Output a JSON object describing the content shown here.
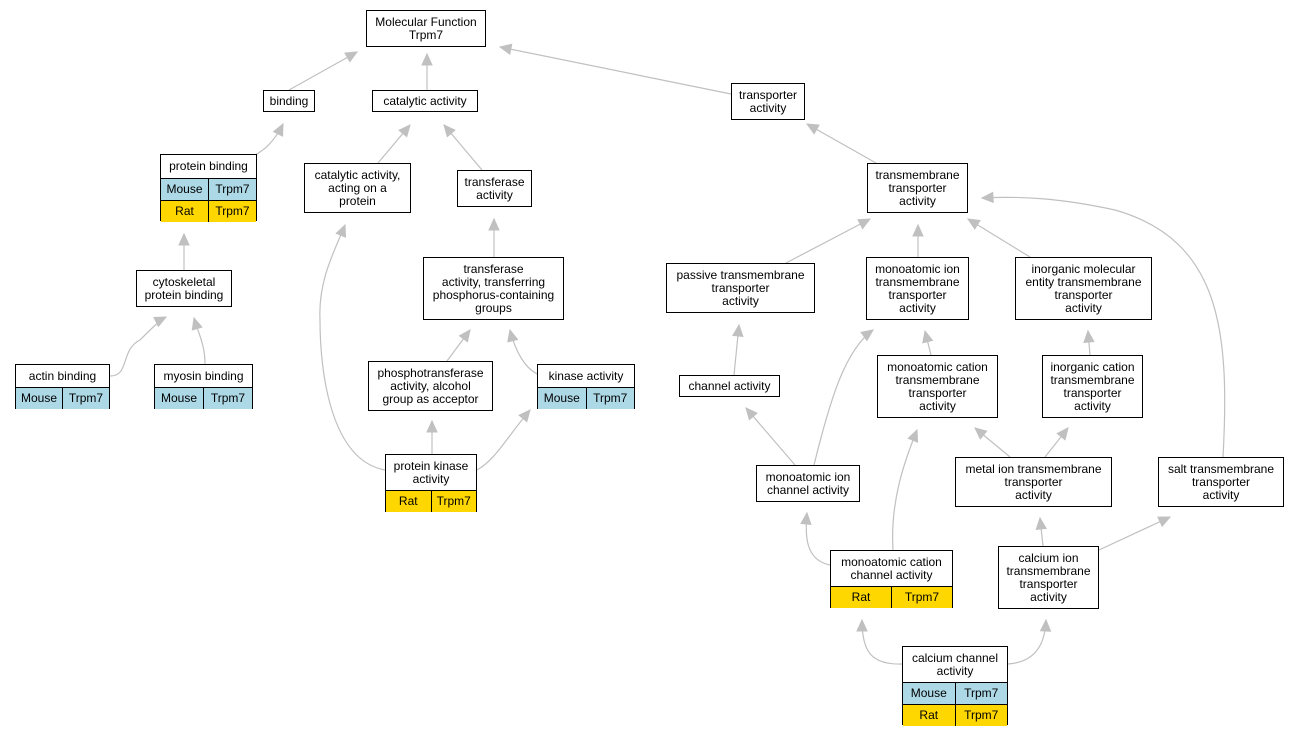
{
  "graph": {
    "root": "Molecular Function\nTrpm7",
    "colors": {
      "edge": "#c0c0c0",
      "mouse_fill": "#add8e6",
      "rat_fill": "#ffd700"
    },
    "nodes": {
      "root": {
        "label": "Molecular Function\nTrpm7"
      },
      "binding": {
        "label": "binding"
      },
      "catalytic": {
        "label": "catalytic activity"
      },
      "transporter": {
        "label": "transporter\nactivity"
      },
      "protein_binding": {
        "label": "protein binding",
        "rows": [
          {
            "species": "Mouse",
            "gene": "Trpm7"
          },
          {
            "species": "Rat",
            "gene": "Trpm7"
          }
        ]
      },
      "catalytic_protein": {
        "label": "catalytic activity,\nacting on a\nprotein"
      },
      "transferase": {
        "label": "transferase\nactivity"
      },
      "tm_transporter": {
        "label": "transmembrane\ntransporter\nactivity"
      },
      "cytoskeletal": {
        "label": "cytoskeletal\nprotein binding"
      },
      "transferase_p": {
        "label": "transferase\nactivity, transferring\nphosphorus-containing\ngroups"
      },
      "passive_tm": {
        "label": "passive transmembrane\ntransporter\nactivity"
      },
      "monoion_tm": {
        "label": "monoatomic ion\ntransmembrane\ntransporter\nactivity"
      },
      "inorg_mol_tm": {
        "label": "inorganic molecular\nentity transmembrane\ntransporter\nactivity"
      },
      "actin": {
        "label": "actin binding",
        "rows": [
          {
            "species": "Mouse",
            "gene": "Trpm7"
          }
        ]
      },
      "myosin": {
        "label": "myosin binding",
        "rows": [
          {
            "species": "Mouse",
            "gene": "Trpm7"
          }
        ]
      },
      "phosphotransferase": {
        "label": "phosphotransferase\nactivity, alcohol\ngroup as acceptor"
      },
      "kinase": {
        "label": "kinase activity",
        "rows": [
          {
            "species": "Mouse",
            "gene": "Trpm7"
          }
        ]
      },
      "channel": {
        "label": "channel activity"
      },
      "monocation_tm": {
        "label": "monoatomic cation\ntransmembrane\ntransporter\nactivity"
      },
      "inorg_cation_tm": {
        "label": "inorganic cation\ntransmembrane\ntransporter\nactivity"
      },
      "protein_kinase": {
        "label": "protein kinase\nactivity",
        "rows": [
          {
            "species": "Rat",
            "gene": "Trpm7"
          }
        ]
      },
      "monoion_channel": {
        "label": "monoatomic ion\nchannel activity"
      },
      "metal_ion_tm": {
        "label": "metal ion transmembrane\ntransporter\nactivity"
      },
      "salt_tm": {
        "label": "salt transmembrane\ntransporter\nactivity"
      },
      "monocation_channel": {
        "label": "monoatomic cation\nchannel activity",
        "rows": [
          {
            "species": "Rat",
            "gene": "Trpm7"
          }
        ]
      },
      "calcium_ion_tm": {
        "label": "calcium ion\ntransmembrane\ntransporter\nactivity"
      },
      "calcium_channel": {
        "label": "calcium channel\nactivity",
        "rows": [
          {
            "species": "Mouse",
            "gene": "Trpm7"
          },
          {
            "species": "Rat",
            "gene": "Trpm7"
          }
        ]
      }
    },
    "edges": [
      [
        "binding",
        "root"
      ],
      [
        "catalytic",
        "root"
      ],
      [
        "transporter",
        "root"
      ],
      [
        "protein_binding",
        "binding"
      ],
      [
        "catalytic_protein",
        "catalytic"
      ],
      [
        "transferase",
        "catalytic"
      ],
      [
        "tm_transporter",
        "transporter"
      ],
      [
        "cytoskeletal",
        "protein_binding"
      ],
      [
        "transferase_p",
        "transferase"
      ],
      [
        "passive_tm",
        "tm_transporter"
      ],
      [
        "monoion_tm",
        "tm_transporter"
      ],
      [
        "inorg_mol_tm",
        "tm_transporter"
      ],
      [
        "salt_tm",
        "tm_transporter"
      ],
      [
        "actin",
        "cytoskeletal"
      ],
      [
        "myosin",
        "cytoskeletal"
      ],
      [
        "phosphotransferase",
        "transferase_p"
      ],
      [
        "kinase",
        "transferase_p"
      ],
      [
        "channel",
        "passive_tm"
      ],
      [
        "monocation_tm",
        "monoion_tm"
      ],
      [
        "inorg_cation_tm",
        "inorg_mol_tm"
      ],
      [
        "protein_kinase",
        "catalytic_protein"
      ],
      [
        "protein_kinase",
        "phosphotransferase"
      ],
      [
        "protein_kinase",
        "kinase"
      ],
      [
        "monoion_channel",
        "channel"
      ],
      [
        "monoion_channel",
        "monoion_tm"
      ],
      [
        "metal_ion_tm",
        "monocation_tm"
      ],
      [
        "metal_ion_tm",
        "inorg_cation_tm"
      ],
      [
        "monocation_channel",
        "monoion_channel"
      ],
      [
        "monocation_channel",
        "monocation_tm"
      ],
      [
        "calcium_ion_tm",
        "metal_ion_tm"
      ],
      [
        "calcium_ion_tm",
        "salt_tm"
      ],
      [
        "calcium_channel",
        "monocation_channel"
      ],
      [
        "calcium_channel",
        "calcium_ion_tm"
      ]
    ]
  }
}
